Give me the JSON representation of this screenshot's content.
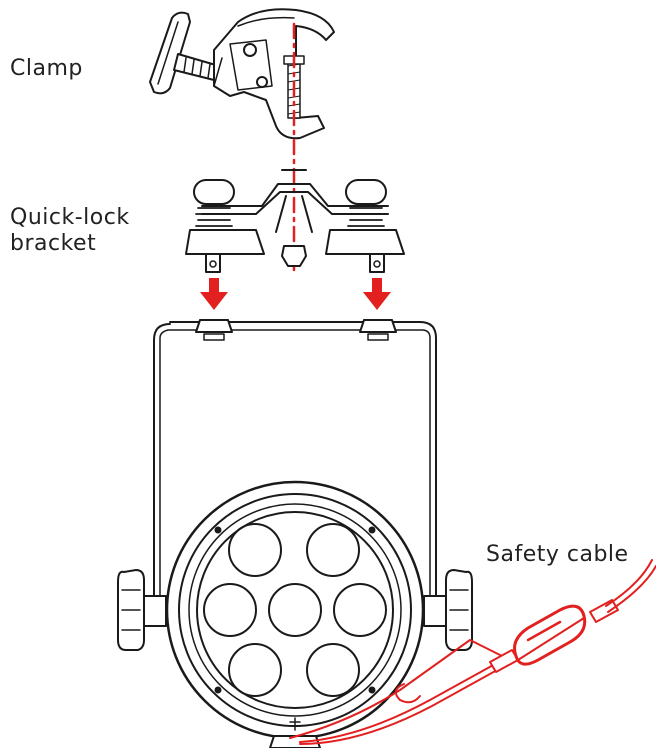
{
  "labels": {
    "clamp": "Clamp",
    "quick_lock_line1": "Quick-lock",
    "quick_lock_line2": "bracket",
    "safety_cable": "Safety cable"
  },
  "colors": {
    "line": "#1a1a1a",
    "accent_red": "#e2201f"
  },
  "icons": [
    "clamp-icon",
    "quick-lock-bracket-icon",
    "down-arrow-icon",
    "fixture-icon",
    "safety-cable-icon"
  ]
}
